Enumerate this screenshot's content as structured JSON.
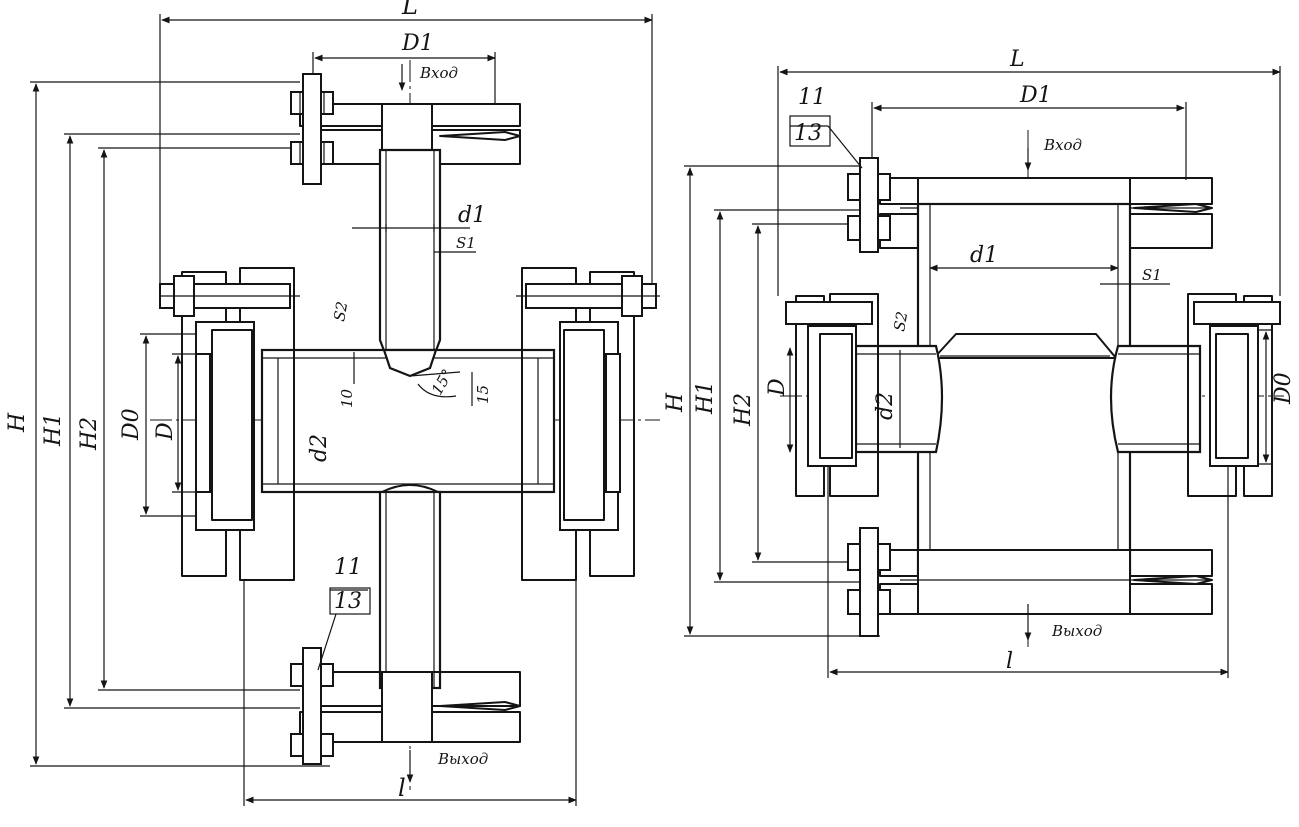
{
  "labels": {
    "L": "L",
    "D1": "D1",
    "inlet": "Вход",
    "outlet": "Выход",
    "d1": "d1",
    "s1": "S1",
    "s2": "S2",
    "d2": "d2",
    "H": "H",
    "H1": "H1",
    "H2": "H2",
    "D0": "D0",
    "D": "D",
    "ten": "10",
    "fifteen": "15",
    "angle15": "15°",
    "l": "l",
    "pos11": "11",
    "pos13": "13"
  },
  "colors": {
    "ink": "#141414",
    "paper": "#ffffff"
  }
}
